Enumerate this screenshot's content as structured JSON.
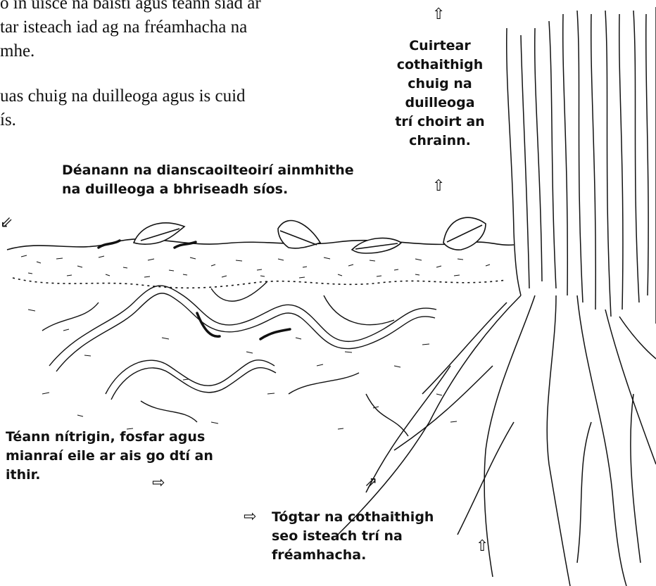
{
  "intro_text": {
    "line1": "o in uisce na báistí agus téann siad ar",
    "line2": "tar isteach iad ag na fréamhacha na",
    "line3": "mhe.",
    "line4": "uas chuig na duilleoga agus is cuid",
    "line5": "ís."
  },
  "labels": {
    "trunk_transport": "Cuirtear cothaithigh chuig na duilleoga trí choirt an chrainn.",
    "decomposers": "Déanann na dianscaoilteoirí ainmhithe na duilleoga a bhriseadh síos.",
    "nutrients_return": "Téann nítrigin, fosfar agus mianraí eile ar ais go dtí an ithir.",
    "root_uptake": "Tógtar na cothaithigh seo isteach trí na fréamhacha."
  },
  "arrows": {
    "up": "⇧",
    "right": "⇨",
    "down_left": "⇙",
    "up_right": "⇗"
  },
  "colors": {
    "ink": "#111111",
    "background": "#ffffff"
  }
}
